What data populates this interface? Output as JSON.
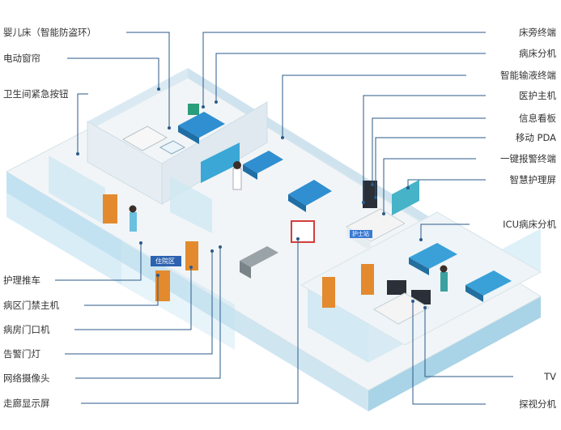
{
  "labels": {
    "left": [
      "婴儿床（智能防盗环）",
      "电动窗帘",
      "卫生间紧急按钮",
      "护理推车",
      "病区门禁主机",
      "病房门口机",
      "告警门灯",
      "网络摄像头",
      "走廊显示屏"
    ],
    "right": [
      "床旁终端",
      "病床分机",
      "智能输液终端",
      "医护主机",
      "信息看板",
      "移动 PDA",
      "一键报警终端",
      "智慧护理屏",
      "ICU病床分机",
      "TV",
      "探视分机"
    ]
  },
  "signs": {
    "ward": "住院区",
    "nurse_station": "护士站"
  },
  "colors": {
    "line": "#2b5a8a",
    "floor": "#f2f5f7",
    "wall": "#cfe8f2",
    "glass": "#b9dff0",
    "door": "#e38a2e",
    "bed": "#2f8fd0",
    "sign_bg": "#2d62b0"
  }
}
